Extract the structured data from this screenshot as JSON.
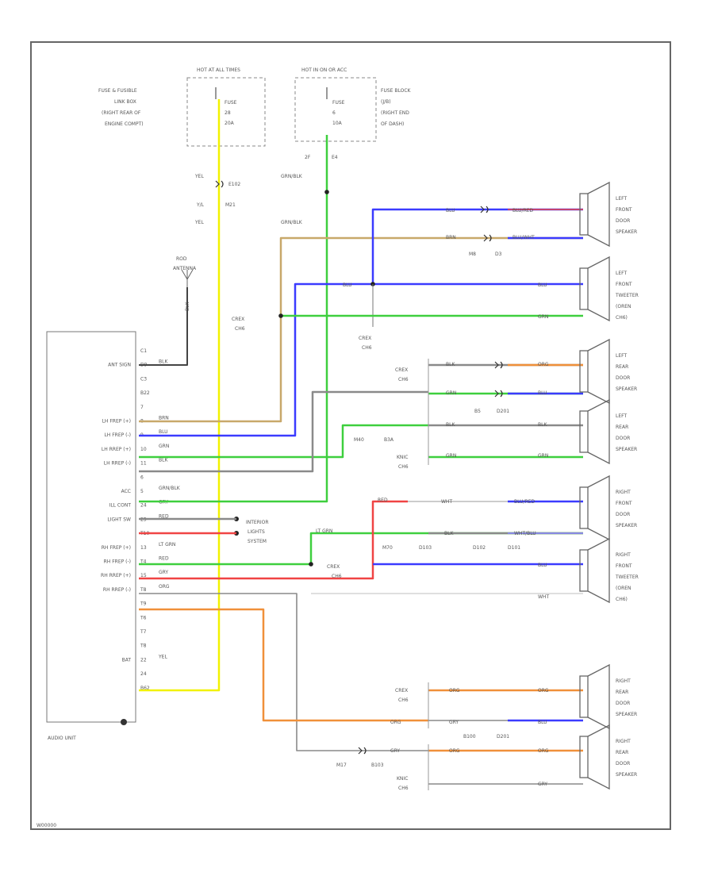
{
  "diagram_id": "W00000",
  "power": {
    "hot_at_all_times": "HOT AT ALL TIMES",
    "hot_in_on_or_acc": "HOT IN ON OR ACC",
    "fuse1_location": [
      "FUSE & FUSIBLE",
      "LINK BOX",
      "(RIGHT REAR OF",
      "ENGINE COMPT)"
    ],
    "fuse1": [
      "FUSE",
      "28",
      "20A"
    ],
    "fuse2": [
      "FUSE",
      "6",
      "10A"
    ],
    "fuse2_location": [
      "FUSE BLOCK",
      "(J/B)",
      "(RIGHT END",
      "OF DASH)"
    ],
    "conn_top": [
      "2F",
      "E4"
    ],
    "yel_upper": "YEL",
    "e102": "E102",
    "m21": "M21",
    "yel_lower": "YEL",
    "yel_mid": "Y/L",
    "grnblk_upper": "GRN/BLK",
    "grnblk_lower": "GRN/BLK"
  },
  "antenna": {
    "label": [
      "ROD",
      "ANTENNA"
    ],
    "wire": "BLK"
  },
  "splices": {
    "left": [
      "CREX",
      "CH6"
    ],
    "center": [
      "CREX",
      "CH6"
    ],
    "rear_upper": [
      "CREX",
      "CH6"
    ],
    "rear_lower": [
      "KNIC",
      "CH6"
    ],
    "rr_upper": [
      "CREX",
      "CH6"
    ],
    "rr_lower": [
      "KNIC",
      "CH6"
    ],
    "rf": [
      "CREX",
      "CH6"
    ]
  },
  "audio_unit": {
    "label": "AUDIO UNIT",
    "pins": [
      {
        "num": "C1",
        "name": "",
        "wire": ""
      },
      {
        "num": "D9",
        "name": "ANT SIGN",
        "wire": "BLK"
      },
      {
        "num": "C3",
        "name": "",
        "wire": ""
      },
      {
        "num": "B22",
        "name": "",
        "wire": ""
      },
      {
        "num": "7",
        "name": "",
        "wire": ""
      },
      {
        "num": "8",
        "name": "LH FREP (+)",
        "wire": "BRN"
      },
      {
        "num": "9",
        "name": "LH FREP (-)",
        "wire": "BLU"
      },
      {
        "num": "10",
        "name": "LH RREP (+)",
        "wire": "GRN"
      },
      {
        "num": "11",
        "name": "LH RREP (-)",
        "wire": "BLK"
      },
      {
        "num": "6",
        "name": "",
        "wire": ""
      },
      {
        "num": "5",
        "name": "ACC",
        "wire": "GRN/BLK"
      },
      {
        "num": "24",
        "name": "ILL CONT",
        "wire": "GRY"
      },
      {
        "num": "25",
        "name": "LIGHT SW",
        "wire": "RED"
      },
      {
        "num": "T10",
        "name": "",
        "wire": ""
      },
      {
        "num": "13",
        "name": "RH FREP (+)",
        "wire": "LT GRN"
      },
      {
        "num": "T4",
        "name": "RH FREP (-)",
        "wire": "RED"
      },
      {
        "num": "15",
        "name": "RH RREP (+)",
        "wire": "GRY"
      },
      {
        "num": "T8",
        "name": "RH RREP (-)",
        "wire": "ORG"
      },
      {
        "num": "T9",
        "name": "",
        "wire": ""
      },
      {
        "num": "T6",
        "name": "",
        "wire": ""
      },
      {
        "num": "T7",
        "name": "",
        "wire": ""
      },
      {
        "num": "T8",
        "name": "",
        "wire": ""
      },
      {
        "num": "22",
        "name": "BAT",
        "wire": "YEL"
      },
      {
        "num": "24",
        "name": "",
        "wire": ""
      },
      {
        "num": "B62",
        "name": "",
        "wire": ""
      }
    ]
  },
  "interior_lights": [
    "INTERIOR",
    "LIGHTS",
    "SYSTEM"
  ],
  "speakers": [
    {
      "id": "lf",
      "label": [
        "LEFT",
        "FRONT",
        "DOOR",
        "SPEAKER"
      ]
    },
    {
      "id": "lft",
      "label": [
        "LEFT",
        "FRONT",
        "TWEETER",
        "(OREN",
        "CH6)"
      ]
    },
    {
      "id": "lrd1",
      "label": [
        "LEFT",
        "REAR",
        "DOOR",
        "SPEAKER"
      ]
    },
    {
      "id": "lrd2",
      "label": [
        "LEFT",
        "REAR",
        "DOOR",
        "SPEAKER"
      ]
    },
    {
      "id": "rf",
      "label": [
        "RIGHT",
        "FRONT",
        "DOOR",
        "SPEAKER"
      ]
    },
    {
      "id": "rft",
      "label": [
        "RIGHT",
        "FRONT",
        "TWEETER",
        "(OREN",
        "CH6)"
      ]
    },
    {
      "id": "rrd1",
      "label": [
        "RIGHT",
        "REAR",
        "DOOR",
        "SPEAKER"
      ]
    },
    {
      "id": "rrd2",
      "label": [
        "RIGHT",
        "REAR",
        "DOOR",
        "SPEAKER"
      ]
    }
  ],
  "wire_labels": {
    "lf_top_left": "BLU",
    "lf_top_right": "BLU/RED",
    "lf_bot_left": "BRN",
    "lf_bot_right": "BLU/WHT",
    "lf_conn": [
      "M8",
      "D3"
    ],
    "lft_blu": "BLU",
    "lft_blu_r": "BLU",
    "lft_grn": "GRN",
    "lr_blk": "BLK",
    "lr_org": "ORG",
    "lr_grn": "GRN",
    "lr_blu": "BLU",
    "lr_conn": [
      "B5",
      "D201"
    ],
    "lr2_blk": "BLK",
    "lr2_grn": "GRN",
    "lr2_blk_r": "BLK",
    "lr2_grn_r": "GRN",
    "lr_splice_conn": [
      "M40",
      "B3A"
    ],
    "rf_red": "RED",
    "rf_wht": "WHT",
    "rf_blured": "BLU/RED",
    "rf_blk": "BLK",
    "rf_whtblu": "WHT/BLU",
    "rf_ltgrn": "LT GRN",
    "rf_conn": [
      "M70",
      "D103",
      "D102",
      "D101"
    ],
    "rft_blu": "BLU",
    "rft_wht": "WHT",
    "rr_org": "ORG",
    "rr_org2": "ORG",
    "rr_gry": "GRY",
    "rr_blu": "BLU",
    "rr_conn": [
      "B100",
      "D201"
    ],
    "rr_wire": "ORG",
    "rr2_gry": "GRY",
    "rr2_org": "ORG",
    "rr2_org_r": "ORG",
    "rr2_gry_r": "GRY",
    "rr2_conn": [
      "M17",
      "B103"
    ]
  },
  "colors": {
    "yellow": "#f2f200",
    "green": "#3ecf3e",
    "blue": "#3b3bff",
    "tan": "#c8a86a",
    "red": "#f04444",
    "orange": "#f0903a",
    "gray": "#8a8a8a",
    "dark": "#444444"
  }
}
